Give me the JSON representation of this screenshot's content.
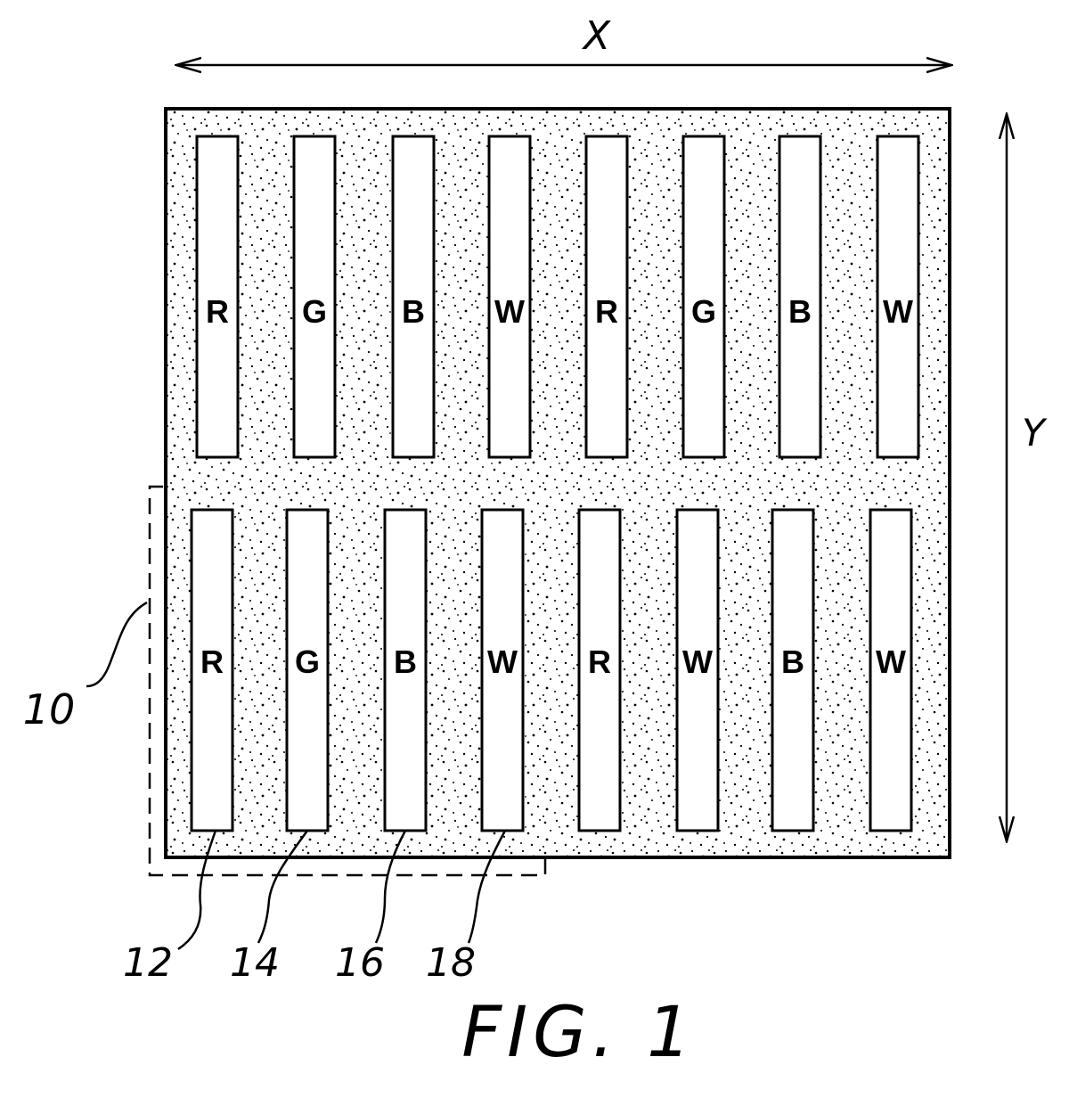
{
  "axes": {
    "x_label": "X",
    "y_label": "Y"
  },
  "rows": [
    {
      "subpixels": [
        "R",
        "G",
        "B",
        "W",
        "R",
        "G",
        "B",
        "W"
      ]
    },
    {
      "subpixels": [
        "R",
        "G",
        "B",
        "W",
        "R",
        "W",
        "B",
        "W"
      ]
    }
  ],
  "reference_numerals": {
    "pixel": "10",
    "subpixel_r": "12",
    "subpixel_g": "14",
    "subpixel_b": "16",
    "subpixel_w": "18"
  },
  "figure_title": "FIG. 1"
}
